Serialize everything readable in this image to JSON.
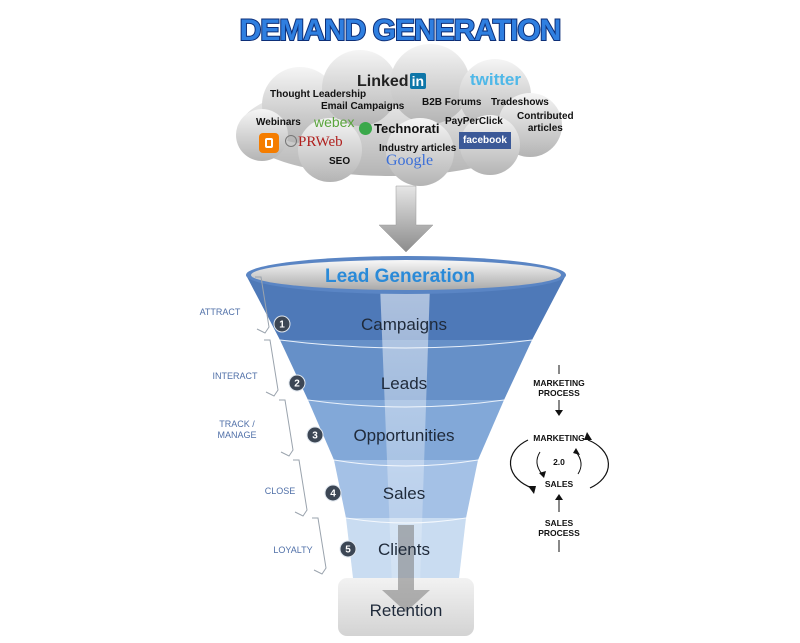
{
  "title": "DEMAND GENERATION",
  "cloud": {
    "thought_leadership": "Thought Leadership",
    "email_campaigns": "Email Campaigns",
    "b2b_forums": "B2B Forums",
    "tradeshows": "Tradeshows",
    "webinars": "Webinars",
    "payperclick": "PayPerClick",
    "contributed_1": "Contributed",
    "contributed_2": "articles",
    "industry_articles": "Industry articles",
    "seo": "SEO",
    "logos": {
      "linkedin_text": "Linked",
      "linkedin_box": "in",
      "twitter": "twitter",
      "webex": "webex",
      "technorati": "Technorati",
      "prweb": "PRWeb",
      "facebook": "facebook",
      "google": "Google"
    }
  },
  "funnel": {
    "top_label": "Lead Generation",
    "stages": [
      {
        "number": "1",
        "label": "Campaigns",
        "side": [
          "ATTRACT"
        ]
      },
      {
        "number": "2",
        "label": "Leads",
        "side": [
          "INTERACT"
        ]
      },
      {
        "number": "3",
        "label": "Opportunities",
        "side": [
          "TRACK /",
          "MANAGE"
        ]
      },
      {
        "number": "4",
        "label": "Sales",
        "side": [
          "CLOSE"
        ]
      },
      {
        "number": "5",
        "label": "Clients",
        "side": [
          "LOYALTY"
        ]
      }
    ],
    "bottom_label": "Retention"
  },
  "process": {
    "marketing_process": [
      "MARKETING",
      "PROCESS"
    ],
    "marketing": "MARKETING",
    "version": "2.0",
    "sales": "SALES",
    "sales_process": [
      "SALES",
      "PROCESS"
    ]
  },
  "colors": {
    "title_fill": "#2f7fe0",
    "title_stroke": "#0d2f78",
    "funnel_top": "#4e79b8",
    "funnel_bottom": "#c9dcf1",
    "lead_generation": "#2a8ad8",
    "linkedin": "#0e76a8",
    "twitter": "#4fb8e8",
    "facebook": "#3b5998",
    "webex": "#5aa53c",
    "blogger": "#f57d00",
    "prweb": "#b0201e"
  }
}
